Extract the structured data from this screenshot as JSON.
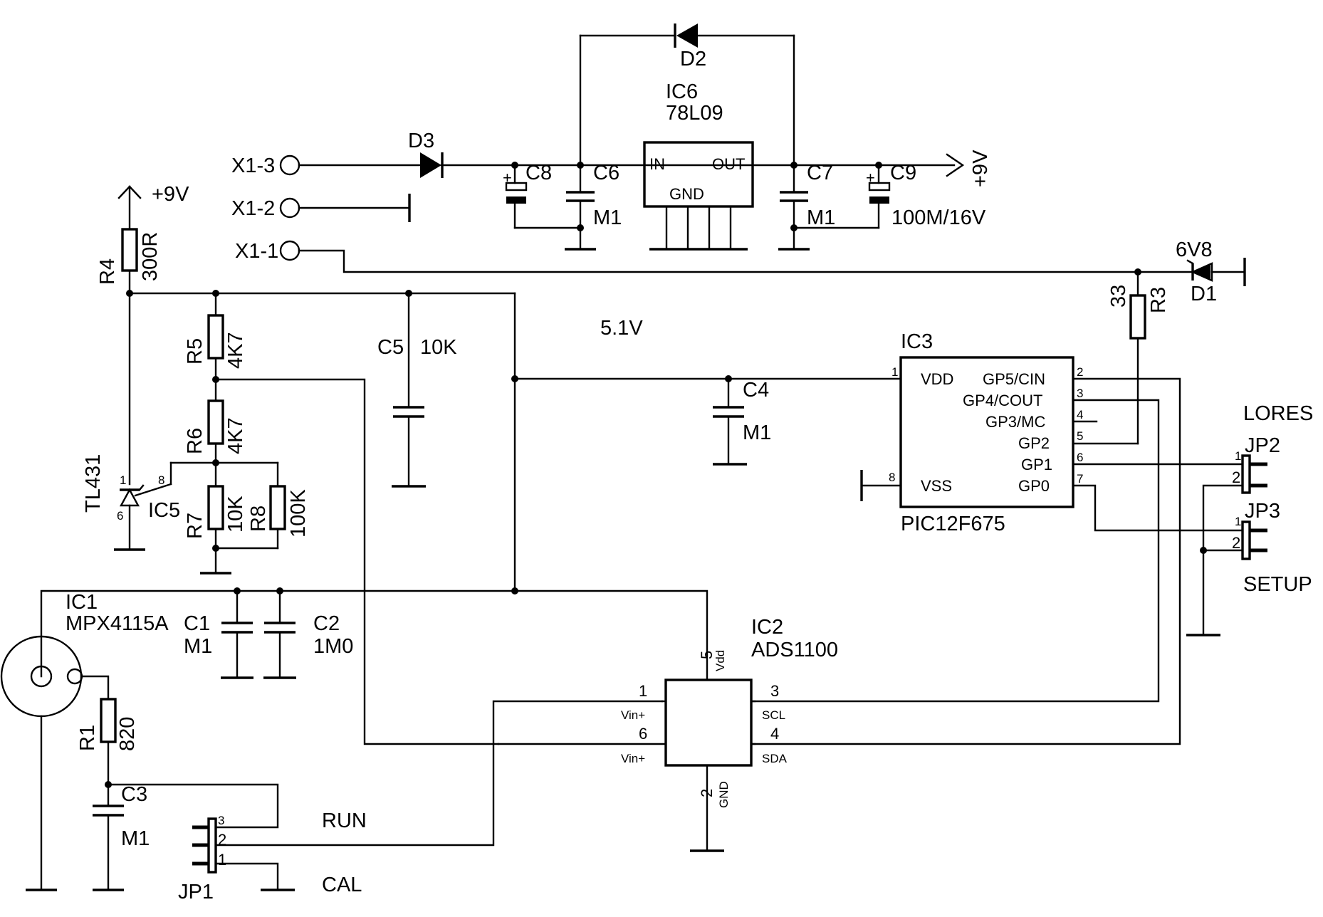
{
  "connector": {
    "x1_3": "X1-3",
    "x1_2": "X1-2",
    "x1_1": "X1-1"
  },
  "components": {
    "d1": {
      "ref": "D1",
      "value": "6V8"
    },
    "d2": {
      "ref": "D2"
    },
    "d3": {
      "ref": "D3"
    },
    "ic6": {
      "ref": "IC6",
      "value": "78L09",
      "pin_in": "IN",
      "pin_out": "OUT",
      "pin_gnd": "GND"
    },
    "c8": {
      "ref": "C8"
    },
    "c6": {
      "ref": "C6",
      "value": "M1"
    },
    "c7": {
      "ref": "C7",
      "value": "M1"
    },
    "c9": {
      "ref": "C9",
      "value": "100M/16V"
    },
    "r4": {
      "ref": "R4",
      "value": "300R"
    },
    "r3": {
      "ref": "R3",
      "value": "33"
    },
    "r5": {
      "ref": "R5",
      "value": "4K7"
    },
    "r6": {
      "ref": "R6",
      "value": "4K7"
    },
    "r7": {
      "ref": "R7",
      "value": "10K"
    },
    "r8": {
      "ref": "R8",
      "value": "100K"
    },
    "r1": {
      "ref": "R1",
      "value": "820"
    },
    "c5": {
      "ref": "C5",
      "value": "10K"
    },
    "c4": {
      "ref": "C4",
      "value": "M1"
    },
    "c1": {
      "ref": "C1",
      "value": "M1"
    },
    "c2": {
      "ref": "C2",
      "value": "1M0"
    },
    "c3": {
      "ref": "C3",
      "value": "M1"
    },
    "ic5": {
      "ref": "IC5",
      "value": "TL431",
      "pin1": "1",
      "pin6": "6",
      "pin8": "8"
    },
    "ic3": {
      "ref": "IC3",
      "value": "PIC12F675",
      "pins": {
        "vdd": "VDD",
        "vss": "VSS",
        "gp5": "GP5/CIN",
        "gp4": "GP4/COUT",
        "gp3": "GP3/MC",
        "gp2": "GP2",
        "gp1": "GP1",
        "gp0": "GP0"
      },
      "pin_numbers": {
        "p1": "1",
        "p2": "2",
        "p3": "3",
        "p4": "4",
        "p5": "5",
        "p6": "6",
        "p7": "7",
        "p8": "8"
      }
    },
    "ic2": {
      "ref": "IC2",
      "value": "ADS1100",
      "pins": {
        "vdd": "Vdd",
        "vin_p": "Vin+",
        "vin_m": "Vin+",
        "scl": "SCL",
        "sda": "SDA",
        "gnd": "GND"
      },
      "pin_numbers": {
        "p1": "1",
        "p2": "2",
        "p3": "3",
        "p4": "4",
        "p5": "5",
        "p6": "6"
      }
    },
    "ic1": {
      "ref": "IC1",
      "value": "MPX4115A"
    },
    "jp1": {
      "ref": "JP1",
      "pin1": "1",
      "pin2": "2",
      "pin3": "3"
    },
    "jp2": {
      "ref": "JP2",
      "pin1": "1",
      "pin2": "2"
    },
    "jp3": {
      "ref": "JP3",
      "pin1": "1",
      "pin2": "2"
    }
  },
  "net_labels": {
    "plus9v_top": "+9V",
    "plus9v_left": "+9V",
    "ref_voltage": "5.1V",
    "lores": "LORES",
    "setup": "SETUP",
    "run": "RUN",
    "cal": "CAL"
  }
}
